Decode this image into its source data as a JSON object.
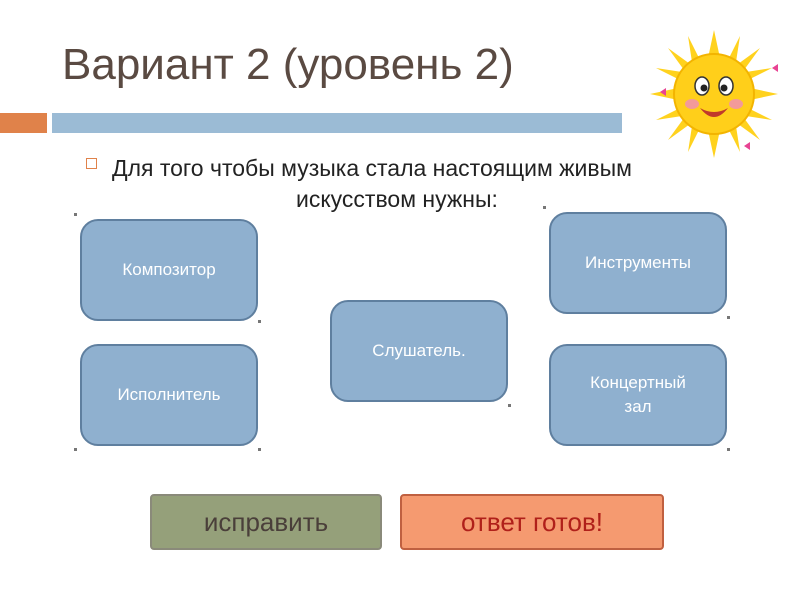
{
  "slide": {
    "title": "Вариант 2 (уровень 2)",
    "question_line1": "Для того чтобы музыка стала настоящим живым",
    "question_line2": "искусством нужны:"
  },
  "options": {
    "composer": "Композитор",
    "performer": "Исполнитель",
    "listener": "Слушатель.",
    "instruments": "Инструменты",
    "concert_hall_line1": "Концертный",
    "concert_hall_line2": "зал"
  },
  "buttons": {
    "fix": "исправить",
    "done": "ответ готов!"
  },
  "colors": {
    "accent_orange": "#e0824a",
    "accent_blue": "#9bbbd5",
    "box_fill": "#8fb0cf",
    "fix_button": "#95a07a",
    "done_button": "#f59a70"
  },
  "icons": {
    "mascot": "smiling-sun-icon",
    "bullet": "square-bullet-icon"
  }
}
